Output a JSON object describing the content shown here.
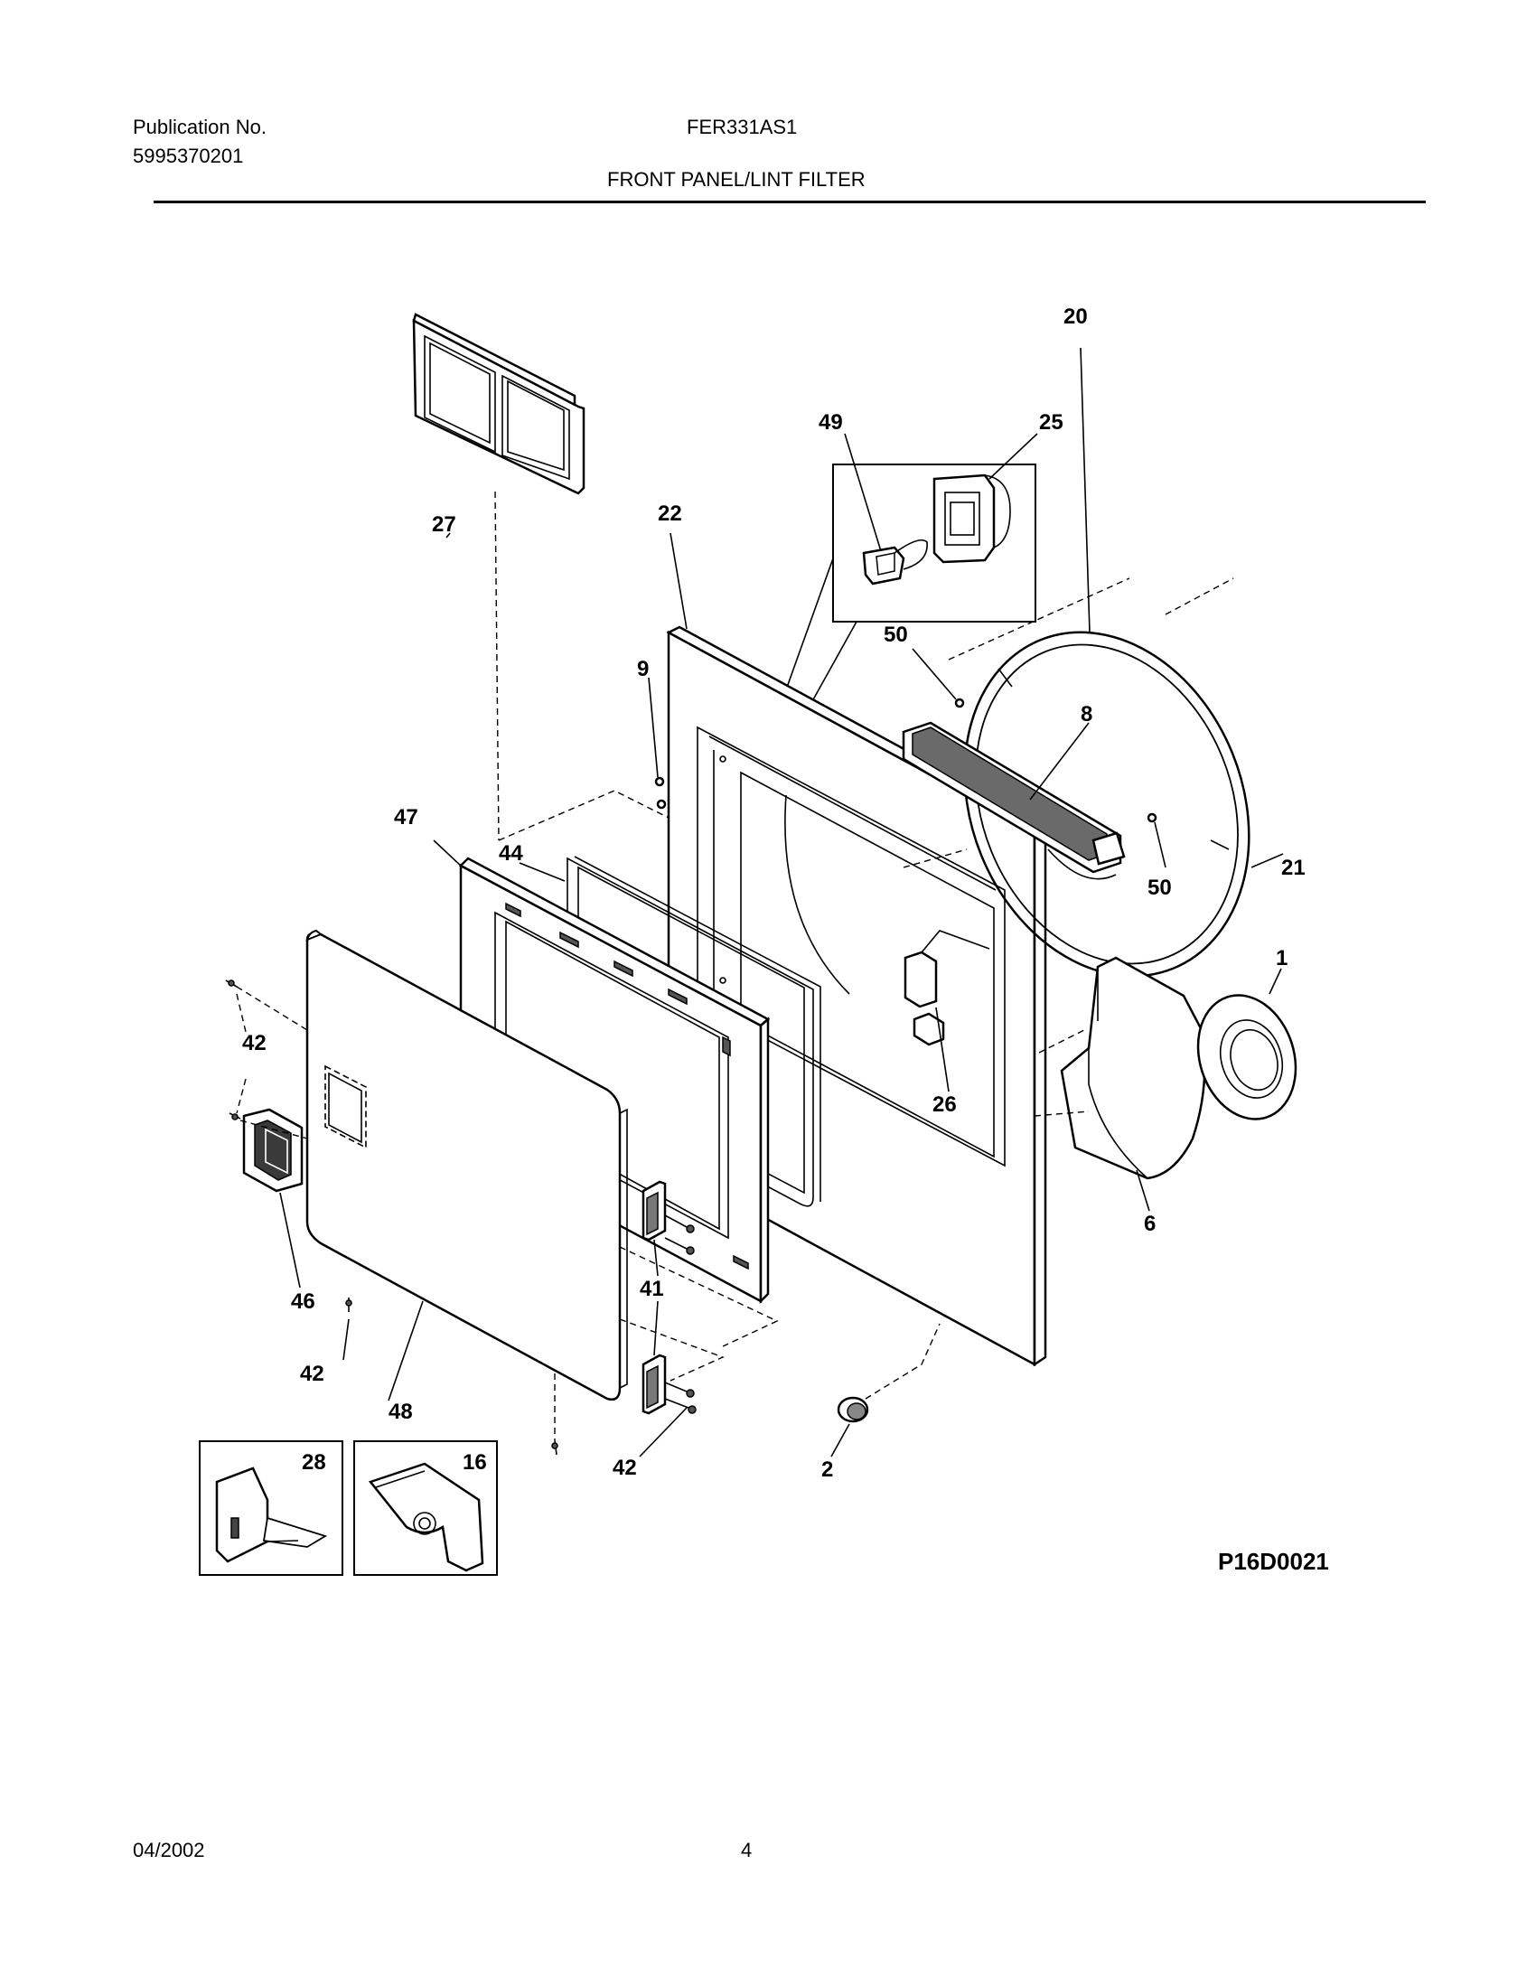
{
  "header": {
    "publication_label": "Publication No.",
    "publication_number": "5995370201",
    "model": "FER331AS1",
    "section_title": "FRONT PANEL/LINT FILTER"
  },
  "diagram": {
    "drawing_code": "P16D0021",
    "callouts": {
      "c49": "49",
      "c25": "25",
      "c27": "27",
      "c22": "22",
      "c20": "20",
      "c9": "9",
      "c50a": "50",
      "c8": "8",
      "c47": "47",
      "c44": "44",
      "c21": "21",
      "c50b": "50",
      "c1": "1",
      "c42a": "42",
      "c26": "26",
      "c6": "6",
      "c46": "46",
      "c41": "41",
      "c42b": "42",
      "c48": "48",
      "c42c": "42",
      "c2": "2",
      "c28": "28",
      "c16": "16"
    }
  },
  "footer": {
    "date": "04/2002",
    "page": "4"
  }
}
